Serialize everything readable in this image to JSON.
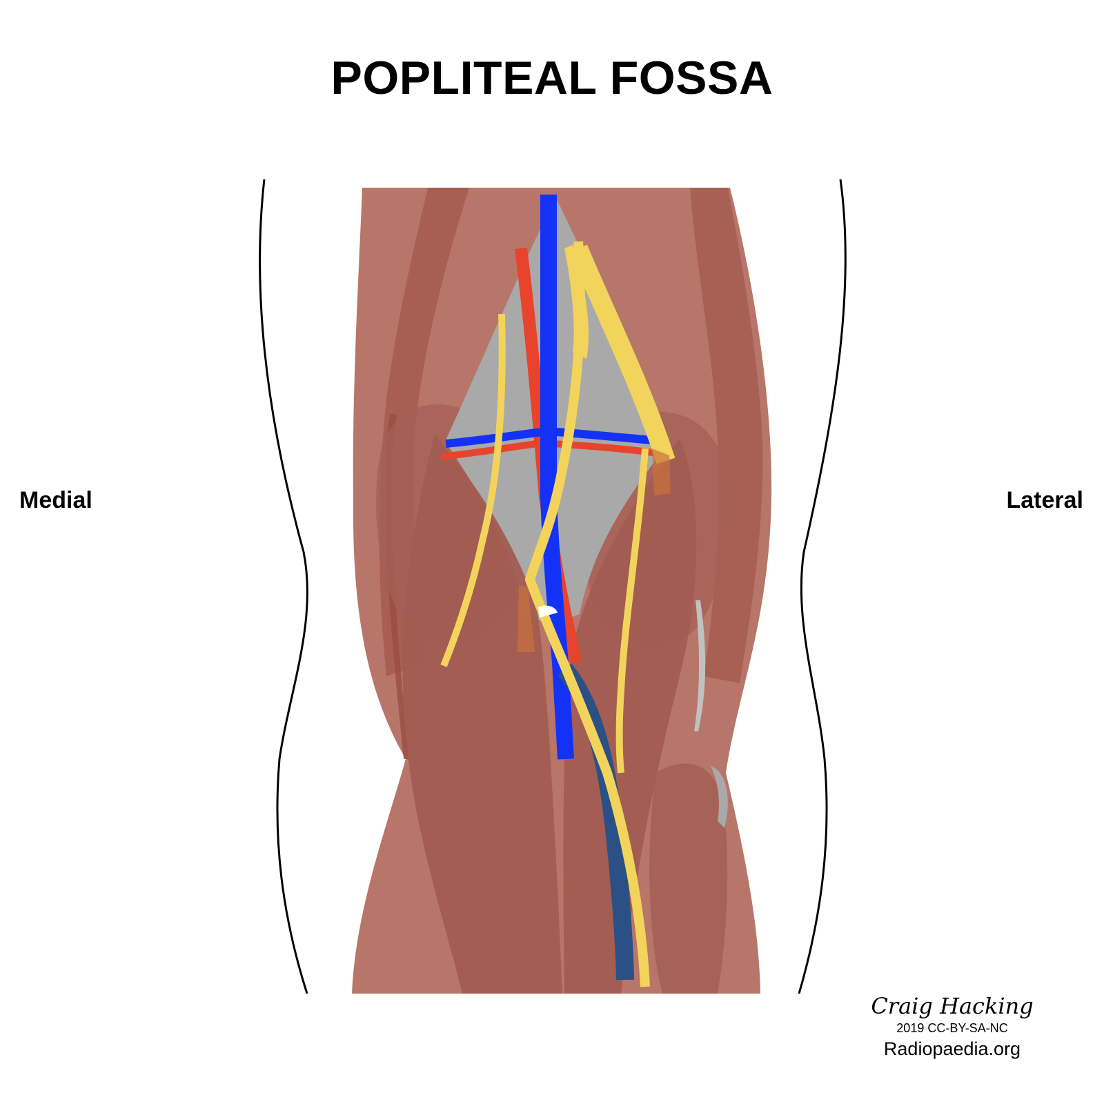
{
  "diagram": {
    "title": "POPLITEAL FOSSA",
    "orientation_labels": {
      "left": "Medial",
      "right": "Lateral"
    },
    "colors": {
      "muscle": "#b8756a",
      "muscle_dark": "#9f5a4e",
      "fossa_floor": "#a9a9a9",
      "artery": "#e8432c",
      "vein": "#1432f5",
      "small_saphenous_vein": "#2a5085",
      "nerve": "#f2d45c",
      "outline": "#000000"
    },
    "credit": {
      "author": "Craig Hacking",
      "license": "2019 CC-BY-SA-NC",
      "site": "Radiopaedia.org"
    }
  }
}
